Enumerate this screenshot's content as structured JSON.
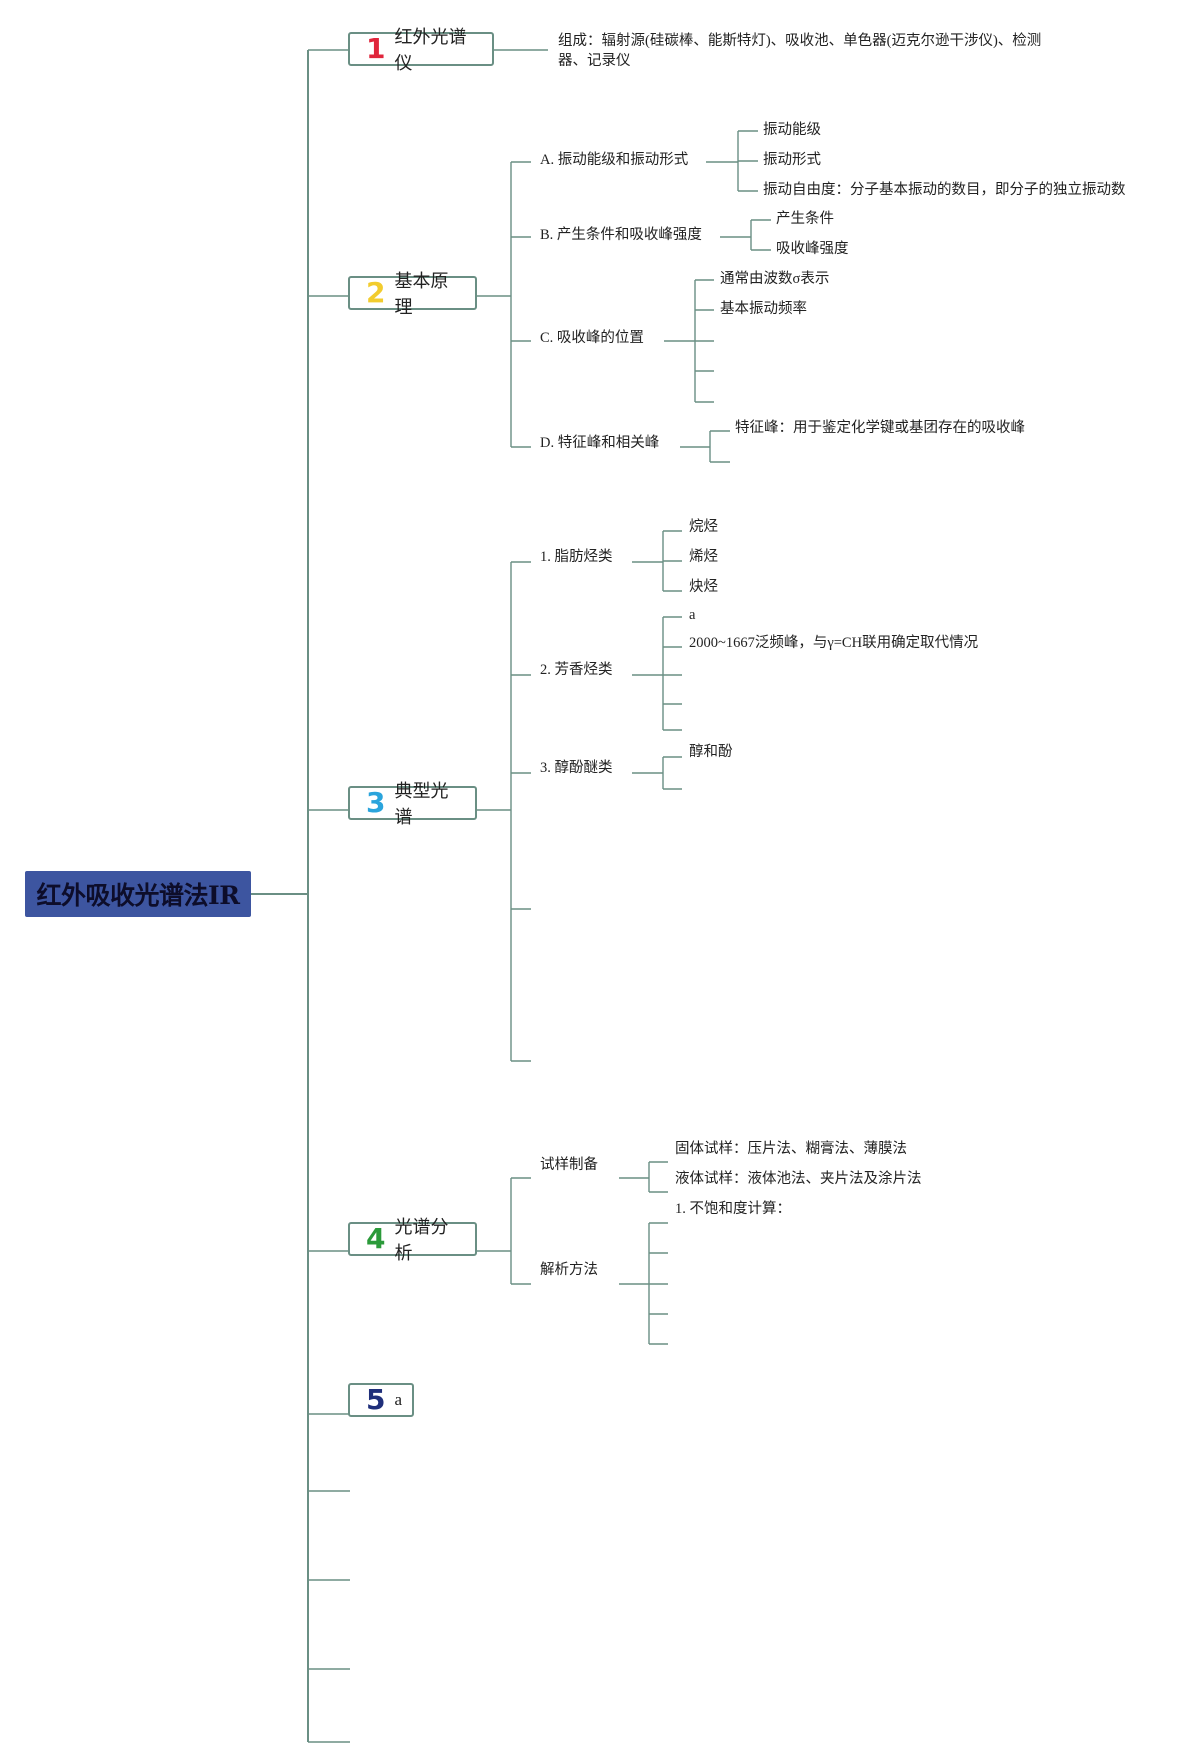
{
  "root": {
    "label": "红外吸收光谱法IR"
  },
  "branches": [
    {
      "num": "1",
      "num_color": "#e0263c",
      "label": "红外光谱仪",
      "leaves": [
        "组成：辐射源(硅碳棒、能斯特灯)、吸收池、单色器(迈克尔逊干涉仪)、检测器、记录仪"
      ]
    },
    {
      "num": "2",
      "num_color": "#f2cc2e",
      "label": "基本原理",
      "subs": [
        {
          "label": "A. 振动能级和振动形式",
          "leaves": [
            "振动能级",
            "振动形式",
            "振动自由度：分子基本振动的数目，即分子的独立振动数"
          ]
        },
        {
          "label": "B. 产生条件和吸收峰强度",
          "leaves": [
            "产生条件",
            "吸收峰强度"
          ]
        },
        {
          "label": "C. 吸收峰的位置",
          "leaves": [
            "通常由波数σ表示",
            "基本振动频率"
          ]
        },
        {
          "label": "D. 特征峰和相关峰",
          "leaves": [
            "特征峰：用于鉴定化学键或基团存在的吸收峰"
          ]
        }
      ]
    },
    {
      "num": "3",
      "num_color": "#2aa4dc",
      "label": "典型光谱",
      "subs": [
        {
          "label": "1. 脂肪烃类",
          "leaves": [
            "烷烃",
            "烯烃",
            "炔烃"
          ]
        },
        {
          "label": "2. 芳香烃类",
          "leaves": [
            "a",
            "2000~1667泛频峰，与γ=CH联用确定取代情况"
          ]
        },
        {
          "label": "3. 醇酚醚类",
          "leaves": [
            "醇和酚"
          ]
        }
      ]
    },
    {
      "num": "4",
      "num_color": "#2b9a3a",
      "label": "光谱分析",
      "subs": [
        {
          "label": "试样制备",
          "leaves": [
            "固体试样：压片法、糊膏法、薄膜法",
            "液体试样：液体池法、夹片法及涂片法"
          ]
        },
        {
          "label": "解析方法",
          "leaves": [
            "1. 不饱和度计算："
          ]
        }
      ]
    },
    {
      "num": "5",
      "num_color": "#1f2f7a",
      "label": "a"
    }
  ],
  "colors": {
    "line": "#6a8f84",
    "root_bg": "#3d55a0"
  }
}
